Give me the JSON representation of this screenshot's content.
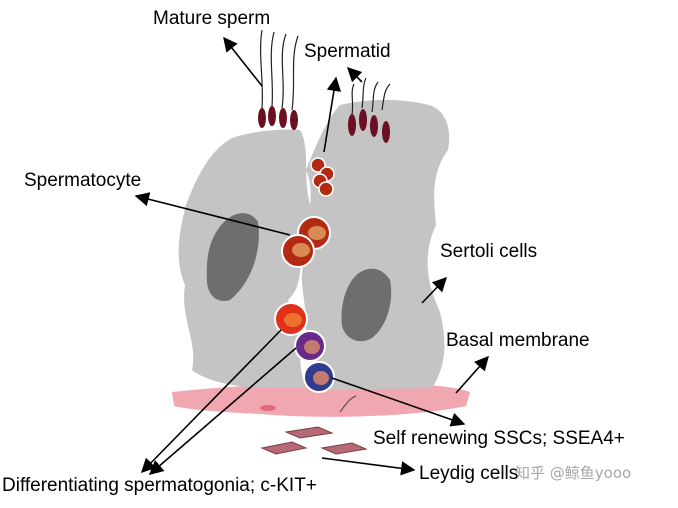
{
  "labels": {
    "mature_sperm": "Mature sperm",
    "spermatid": "Spermatid",
    "spermatocyte": "Spermatocyte",
    "sertoli_cells": "Sertoli cells",
    "basal_membrane": "Basal membrane",
    "self_renewing_sscs": "Self renewing SSCs; SSEA4+",
    "leydig_cells": "Leydig cells",
    "differentiating_spermatogonia": "Differentiating spermatogonia; c-KIT+"
  },
  "watermark": "知乎 @鲸鱼yooo",
  "colors": {
    "sertoli": "#c4c4c4",
    "sertoli_nucleus": "#6e6e6e",
    "basal_membrane": "#f0a7b0",
    "sperm": "#6b1020",
    "spermatocyte": "#b32a12",
    "spermatogonia_red": "#e0311a",
    "ssc_purple": "#6a2a8a",
    "ssc_blue": "#2f3c8f",
    "leydig": "#b56a75"
  }
}
